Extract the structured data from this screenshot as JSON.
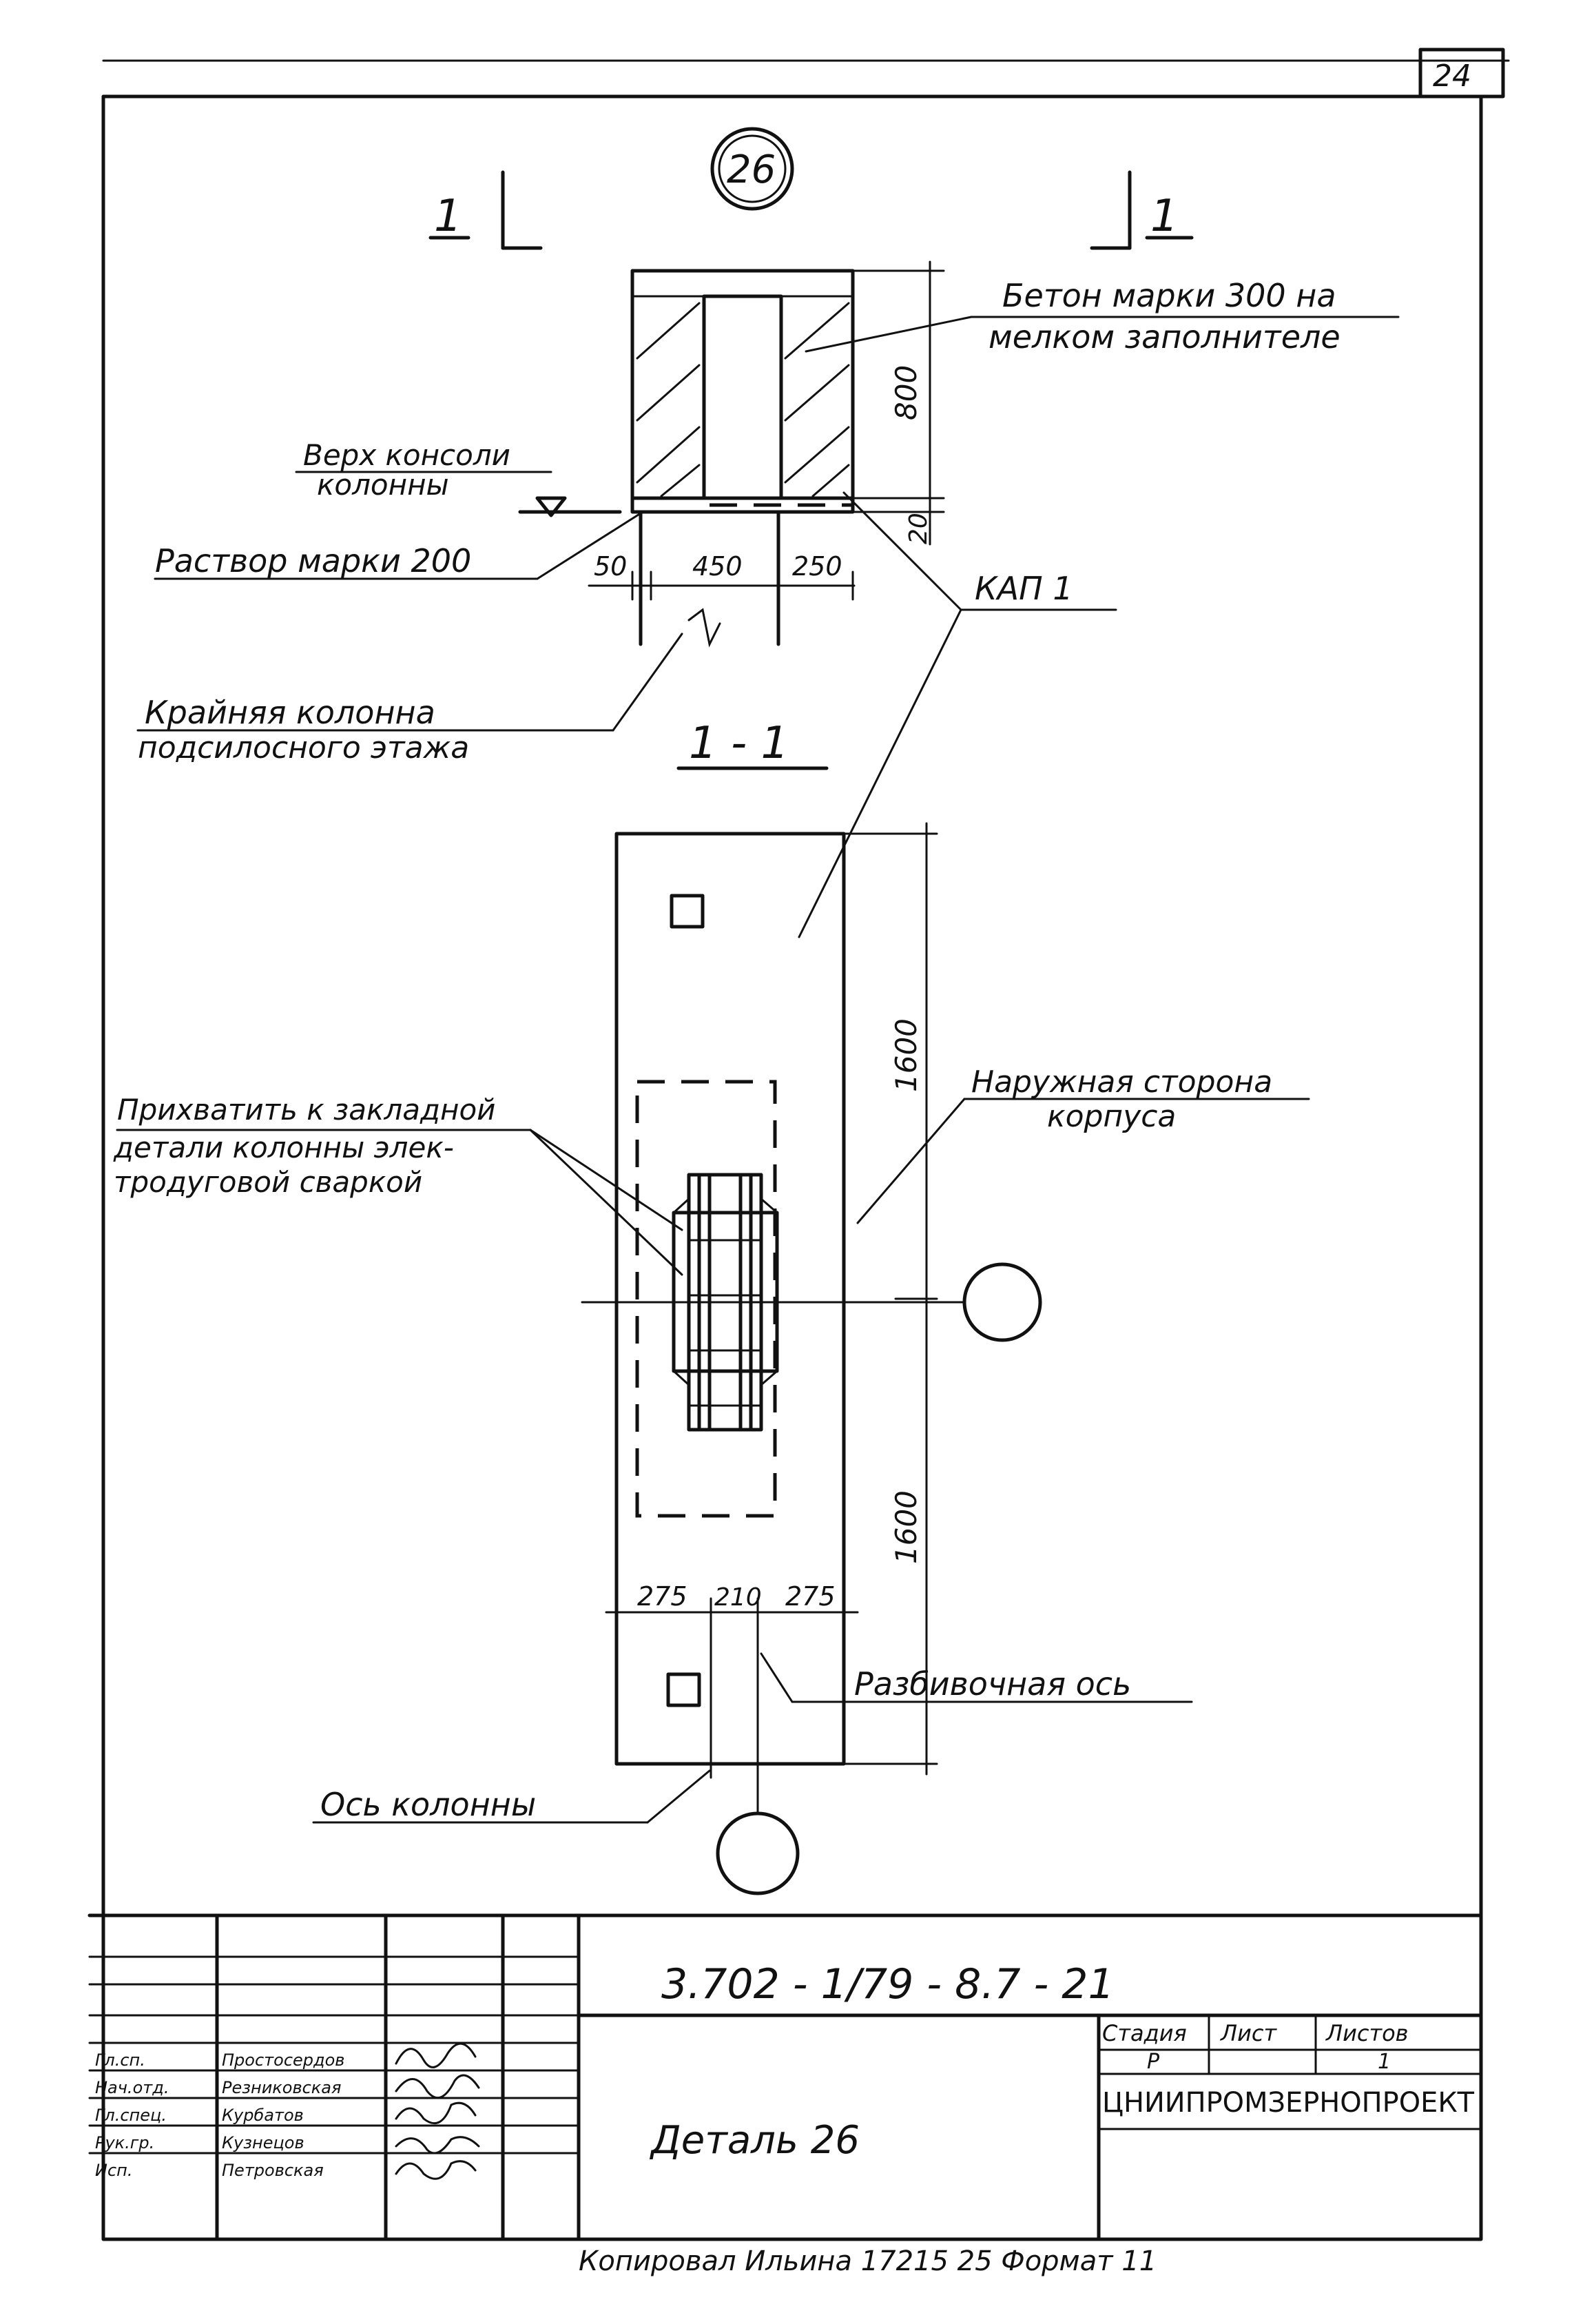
{
  "sheet_number": "24",
  "detail_mark": "26",
  "section_mark_left": "1",
  "section_mark_right": "1",
  "section_title": "1 - 1",
  "labels": {
    "concrete_line1": "Бетон марки 300 на",
    "concrete_line2": "мелком заполнителе",
    "console_top_line1": "Верх консоли",
    "console_top_line2": "колонны",
    "mortar": "Раствор марки 200",
    "kap": "КАП 1",
    "outer_column_line1": "Крайняя колонна",
    "outer_column_line2": "подсилосного этажа",
    "outer_side_line1": "Наружная сторона",
    "outer_side_line2": "корпуса",
    "weld_line1": "Прихватить к закладной",
    "weld_line2": "детали колонны элек-",
    "weld_line3": "тродуговой сваркой",
    "stake_axis": "Разбивочная ось",
    "column_axis": "Ось колонны"
  },
  "dimensions": {
    "h800": "800",
    "h20": "20",
    "w50": "50",
    "w450": "450",
    "w250": "250",
    "h1600a": "1600",
    "h1600b": "1600",
    "w275a": "275",
    "w210": "210",
    "w275b": "275"
  },
  "title_block": {
    "document_code": "3.702 - 1/79 - 8.7 - 21",
    "drawing_title": "Деталь 26",
    "stage_header": "Стадия",
    "sheet_header": "Лист",
    "sheets_header": "Листов",
    "stage_value": "Р",
    "sheets_value": "1",
    "organization": "ЦНИИПРОМЗЕРНОПРОЕКТ",
    "roles": [
      "Гл.сп.",
      "Нач.отд.",
      "Гл.спец.",
      "Рук.гр.",
      "Исп."
    ],
    "names": [
      "Простосердов",
      "Резниковская",
      "Курбатов",
      "Кузнецов",
      "Петровская"
    ],
    "footer": "Копировал   Ильина   17215   25   Формат 11"
  }
}
